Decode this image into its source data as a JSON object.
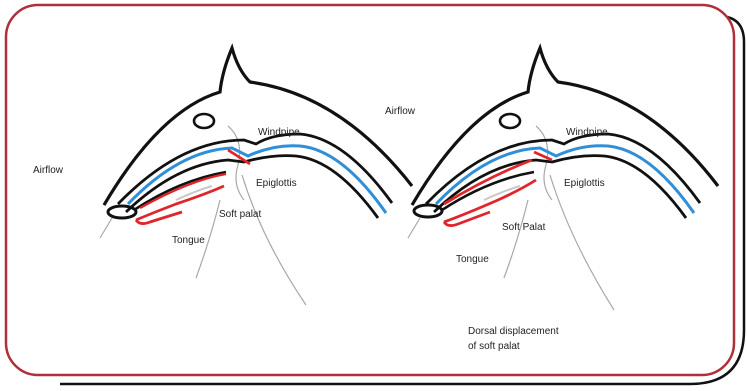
{
  "diagrams": [
    {
      "labels": {
        "airflow": "Airflow",
        "windpipe": "Windpipe",
        "epiglottis": "Epiglottis",
        "soft_palate": "Soft palat",
        "tongue": "Tongue"
      }
    },
    {
      "labels": {
        "airflow": "Airflow",
        "windpipe": "Windpipe",
        "epiglottis": "Epiglottis",
        "soft_palate": "Soft Palat",
        "tongue": "Tongue"
      },
      "caption_line1": "Dorsal displacement",
      "caption_line2": "of soft palat"
    }
  ],
  "colors": {
    "frame": "#b0303a",
    "shadow_frame": "#111111",
    "airway": "#2f8fd8",
    "soft_tissue": "#e0262a",
    "outline": "#111111",
    "neck_line": "#a8a8a8"
  }
}
